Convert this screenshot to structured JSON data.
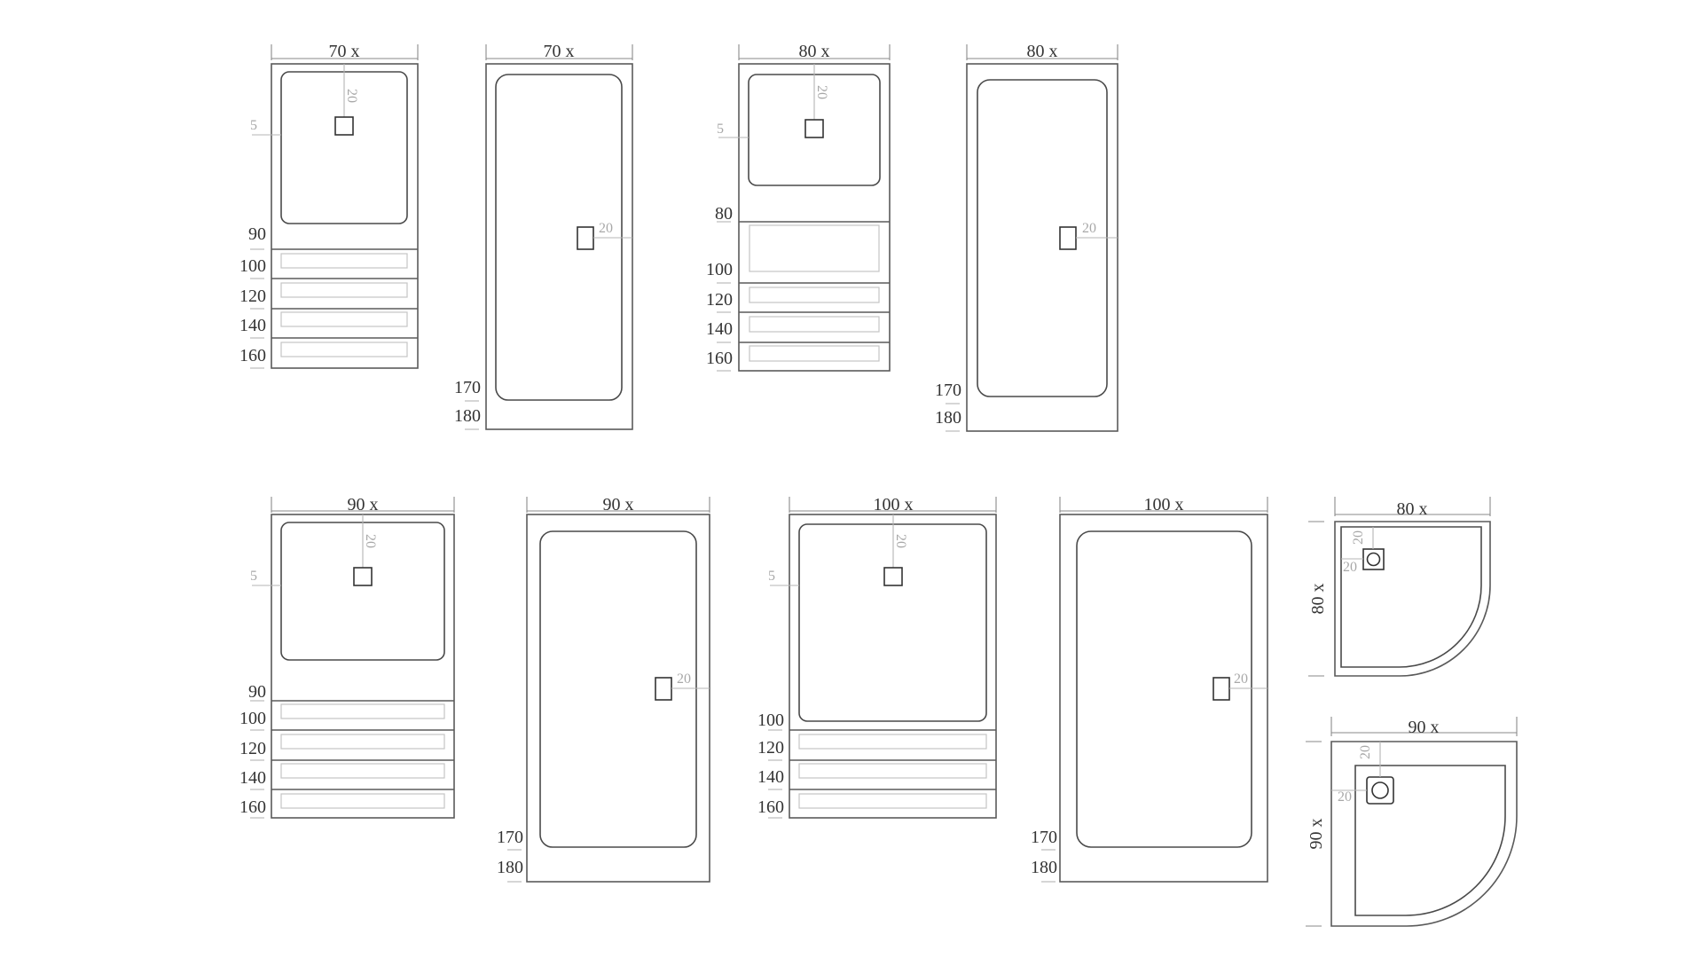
{
  "trays": {
    "t70_short": {
      "width": "70 x",
      "offset": "5",
      "drain": "20",
      "lengths": [
        "90",
        "100",
        "120",
        "140",
        "160"
      ]
    },
    "t70_long": {
      "width": "70 x",
      "drain": "20",
      "lengths": [
        "170",
        "180"
      ]
    },
    "t80_short": {
      "width": "80 x",
      "offset": "5",
      "drain": "20",
      "lengths": [
        "80",
        "100",
        "120",
        "140",
        "160"
      ]
    },
    "t80_long": {
      "width": "80 x",
      "drain": "20",
      "lengths": [
        "170",
        "180"
      ]
    },
    "t90_short": {
      "width": "90 x",
      "offset": "5",
      "drain": "20",
      "lengths": [
        "90",
        "100",
        "120",
        "140",
        "160"
      ]
    },
    "t90_long": {
      "width": "90 x",
      "drain": "20",
      "lengths": [
        "170",
        "180"
      ]
    },
    "t100_short": {
      "width": "100 x",
      "offset": "5",
      "drain": "20",
      "lengths": [
        "100",
        "120",
        "140",
        "160"
      ]
    },
    "t100_long": {
      "width": "100 x",
      "drain": "20",
      "lengths": [
        "170",
        "180"
      ]
    },
    "q80": {
      "width": "80 x",
      "side": "80 x",
      "drain_top": "20",
      "drain_side": "20"
    },
    "q90": {
      "width": "90 x",
      "side": "90 x",
      "drain_top": "20",
      "drain_side": "20"
    }
  }
}
